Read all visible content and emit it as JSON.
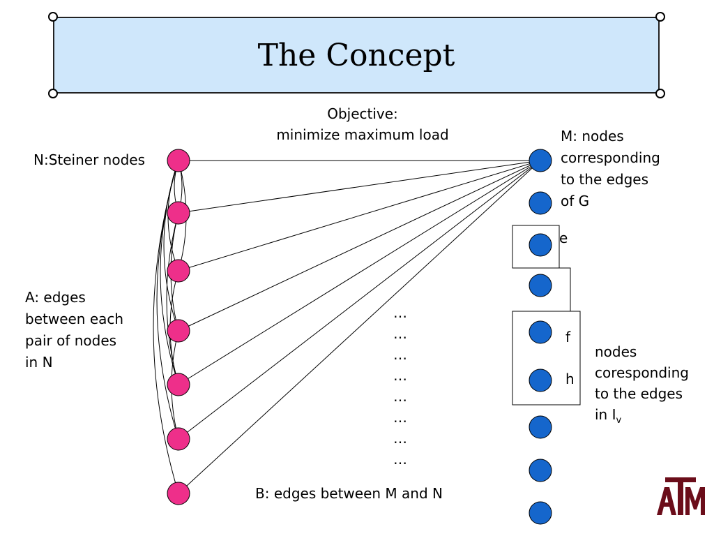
{
  "slide": {
    "title": "The Concept",
    "objective_line1": "Objective:",
    "objective_line2": "minimize maximum load",
    "n_label": "N:Steiner nodes",
    "m_label_lines": [
      "M: nodes",
      "corresponding",
      "to the edges",
      "of G"
    ],
    "a_label_lines": [
      "A: edges",
      "between each",
      "pair of nodes",
      "in N"
    ],
    "b_label": "B: edges between M and N",
    "e_label": "e",
    "f_label": "f",
    "h_label": "h",
    "iv_label_lines": [
      "nodes",
      "coresponding",
      "to the edges"
    ],
    "iv_last_line_prefix": "in I",
    "iv_subscript": "v",
    "ellipsis": [
      "…",
      "…",
      "…",
      "…",
      "…",
      "…",
      "…",
      "…"
    ],
    "logo_text": "ATM"
  },
  "colors": {
    "title_fill": "#cfe7fb",
    "steiner_node": "#ee2f8a",
    "edge_node": "#1566cc",
    "logo": "#6b0d1a"
  }
}
